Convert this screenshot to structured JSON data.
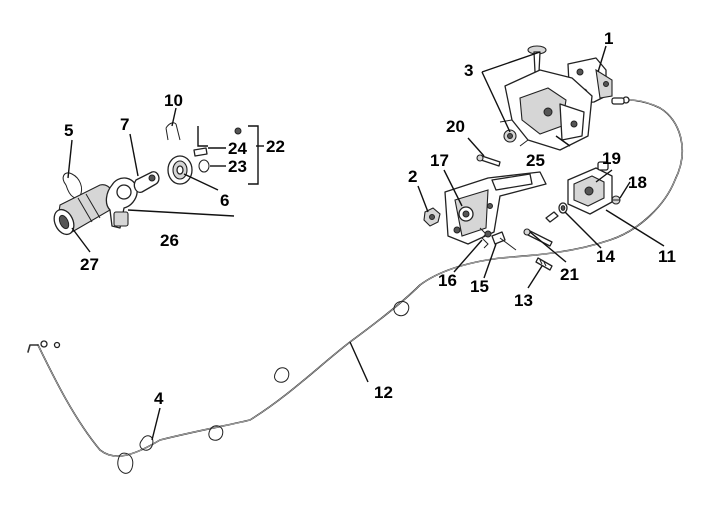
{
  "callouts": {
    "c1": "1",
    "c2": "2",
    "c3": "3",
    "c4": "4",
    "c5": "5",
    "c6": "6",
    "c7": "7",
    "c10": "10",
    "c11": "11",
    "c12": "12",
    "c13": "13",
    "c14": "14",
    "c15": "15",
    "c16": "16",
    "c17": "17",
    "c18": "18",
    "c19": "19",
    "c20": "20",
    "c21": "21",
    "c22": "22",
    "c23": "23",
    "c24": "24",
    "c25": "25",
    "c26": "26",
    "c27": "27"
  }
}
